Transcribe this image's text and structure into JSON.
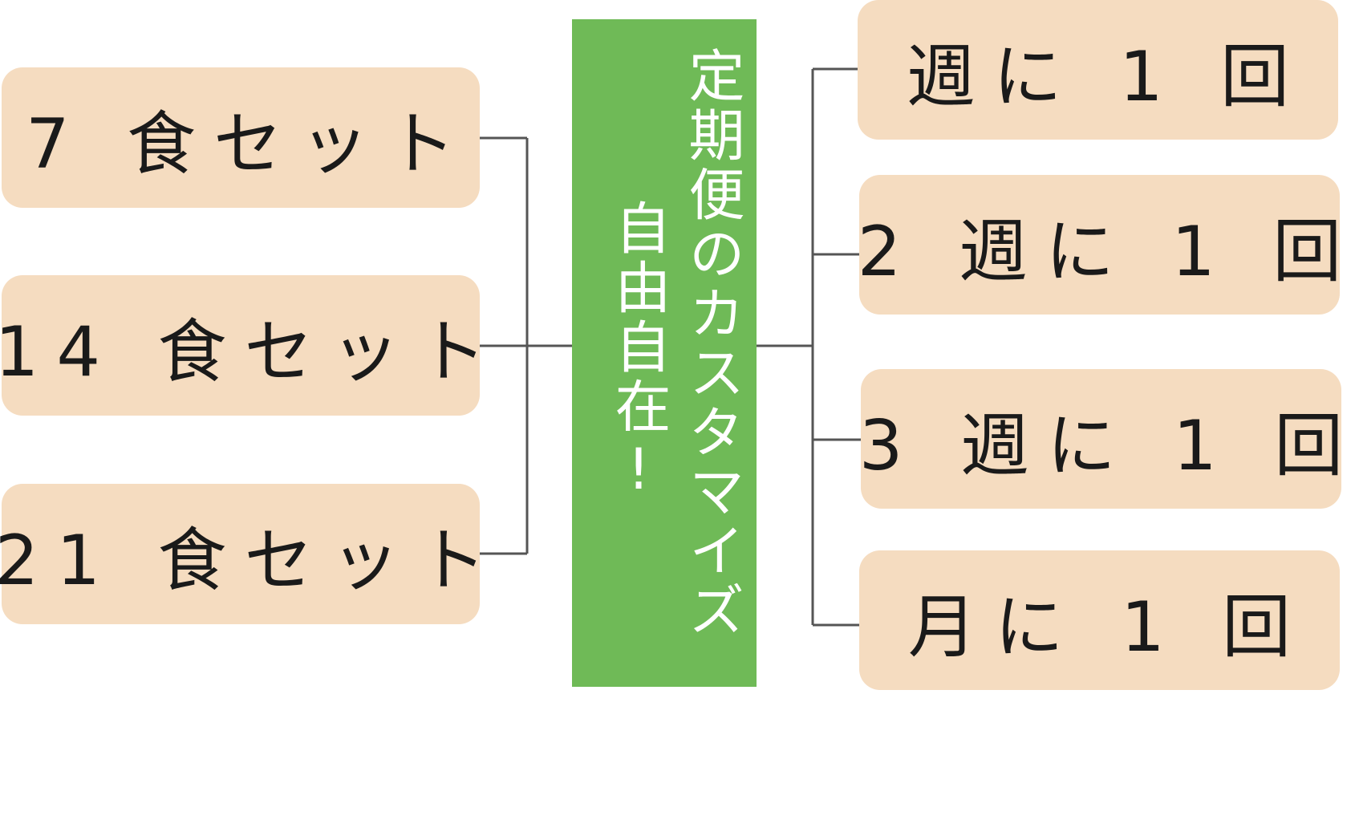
{
  "meal_sets": [
    {
      "label": "7 食セット"
    },
    {
      "label": "14 食セット"
    },
    {
      "label": "21 食セット"
    }
  ],
  "center": {
    "line1": "定期便のカスタマイズ",
    "line2": "自由自在!"
  },
  "frequencies": [
    {
      "label": "週に 1 回"
    },
    {
      "label": "2 週に 1 回"
    },
    {
      "label": "3 週に 1 回"
    },
    {
      "label": "月に 1 回"
    }
  ],
  "colors": {
    "box_fill": "#f5dcc0",
    "center_fill": "#6fba57",
    "connector": "#555555"
  }
}
